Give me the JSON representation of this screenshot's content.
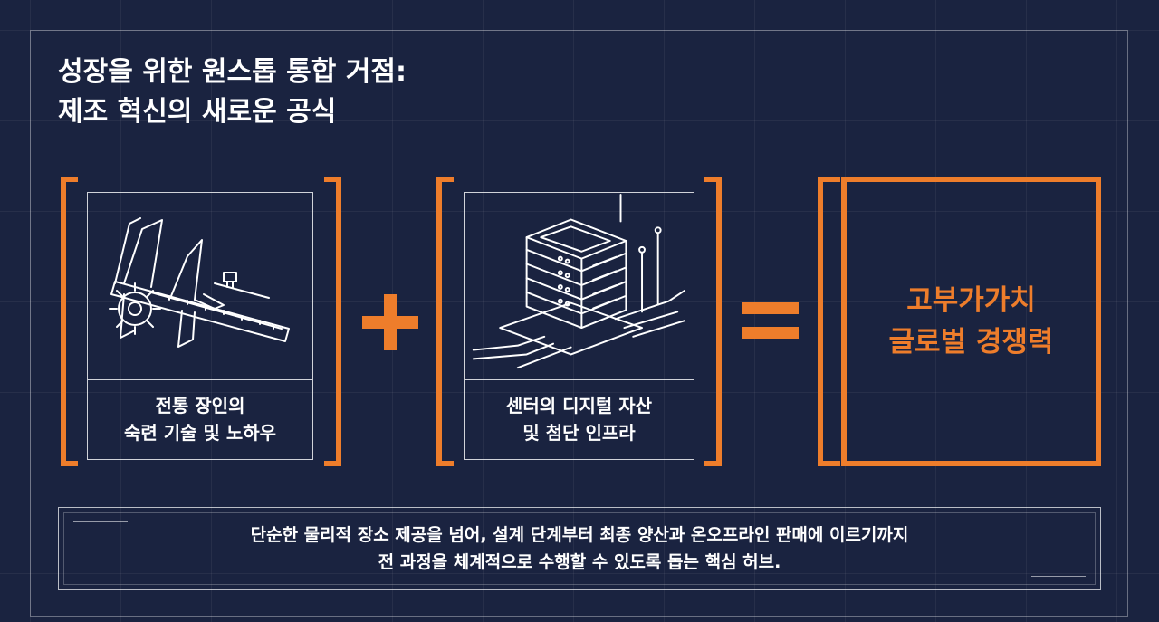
{
  "title": {
    "line1": "성장을 위한 원스톱 통합 거점:",
    "line2": "제조 혁신의 새로운 공식"
  },
  "equation": {
    "term1": {
      "icon": "caliper-gear-icon",
      "line1": "전통 장인의",
      "line2": "숙련 기술 및 노하우"
    },
    "operator_plus": "+",
    "term2": {
      "icon": "server-rack-icon",
      "line1": "센터의 디지털 자산",
      "line2": "및 첨단 인프라"
    },
    "operator_equals": "=",
    "result": {
      "line1": "고부가가치",
      "line2": "글로벌 경쟁력"
    }
  },
  "footer": {
    "line1": "단순한 물리적 장소 제공을 넘어, 설계 단계부터 최종 양산과 온오프라인 판매에 이르기까지",
    "line2": "전 과정을 체계적으로 수행할 수 있도록 돕는 핵심 허브."
  },
  "colors": {
    "background": "#1a2340",
    "accent": "#ee7d2b",
    "line": "#ffffff"
  }
}
